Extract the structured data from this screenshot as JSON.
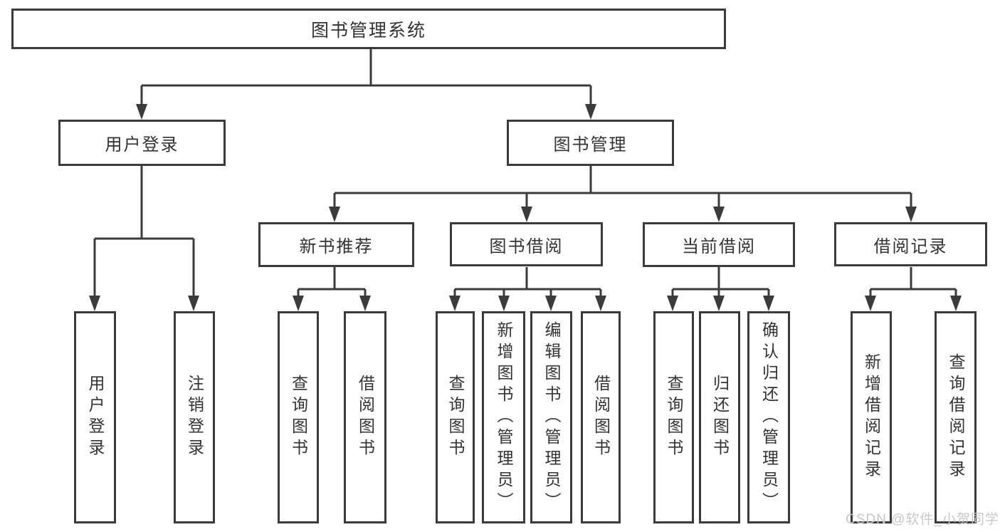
{
  "title": "图书管理系统",
  "nodes": {
    "root": "图书管理系统",
    "user_login": "用户登录",
    "book_mgmt": "图书管理",
    "new_books": "新书推荐",
    "book_borrow": "图书借阅",
    "current_borrow": "当前借阅",
    "borrow_records": "借阅记录",
    "leaf_user_login": "用户登录",
    "leaf_logout": "注销登录",
    "leaf_nb_query": "查询图书",
    "leaf_nb_borrow": "借阅图书",
    "leaf_bb_query": "查询图书",
    "leaf_bb_add": "新增图书（管理员）",
    "leaf_bb_edit": "编辑图书（管理员）",
    "leaf_bb_borrow": "借阅图书",
    "leaf_cb_query": "查询图书",
    "leaf_cb_return": "归还图书",
    "leaf_cb_confirm": "确认归还（管理员）",
    "leaf_rec_add": "新增借阅记录",
    "leaf_rec_query": "查询借阅记录"
  },
  "watermark": "CSDN @软件_小贺同学",
  "colors": {
    "line": "#3b3b3b",
    "text": "#333333",
    "watermark": "#c9c7c7"
  }
}
